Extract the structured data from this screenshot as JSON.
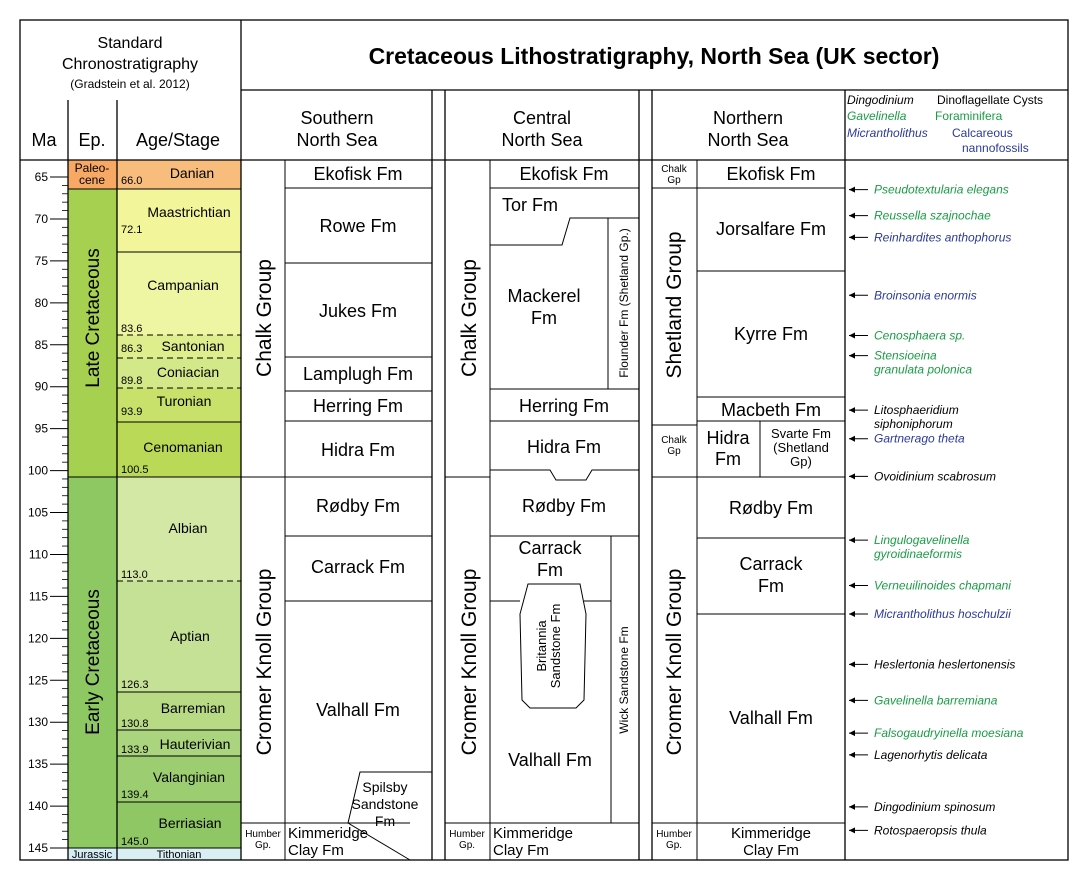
{
  "header": {
    "std_title": "Standard",
    "std_title2": "Chronostratigraphy",
    "std_ref": "(Gradstein et al. 2012)",
    "main_title": "Cretaceous Lithostratigraphy, North Sea (UK sector)"
  },
  "columns": {
    "ma": "Ma",
    "ep": "Ep.",
    "age": "Age/Stage",
    "southern_1": "Southern",
    "southern_2": "North Sea",
    "central_1": "Central",
    "central_2": "North Sea",
    "northern_1": "Northern",
    "northern_2": "North Sea"
  },
  "legend": {
    "dino_genus": "Dingodinium",
    "dino_label": "Dinoflagellate Cysts",
    "foram_genus": "Gavelinella",
    "foram_label": "Foraminifera",
    "nanno_genus": "Micrantholithus",
    "nanno_label": "Calcareous",
    "nanno_label2": "nannofossils"
  },
  "colors": {
    "dino": "#000000",
    "foram": "#1a9c45",
    "nanno": "#2b3a9a",
    "paleocene": "#f7a865",
    "danian": "#f8bd7d",
    "late_cret": "#a6d04f",
    "early_cret": "#8dc863",
    "jurassic": "#d4ecf4",
    "tithonian": "#d9eff4"
  },
  "ma_ticks": [
    "65",
    "70",
    "75",
    "80",
    "85",
    "90",
    "95",
    "100",
    "105",
    "110",
    "115",
    "120",
    "125",
    "130",
    "135",
    "140",
    "145"
  ],
  "epochs": {
    "paleocene": "Paleo-\ncene",
    "late": "Late Cretaceous",
    "early": "Early Cretaceous",
    "jurassic": "Jurassic"
  },
  "stages": [
    {
      "name": "Danian",
      "base_age": "66.0"
    },
    {
      "name": "Maastrichtian",
      "base_age": "72.1"
    },
    {
      "name": "Campanian",
      "base_age": "83.6"
    },
    {
      "name": "Santonian",
      "base_age": "86.3"
    },
    {
      "name": "Coniacian",
      "base_age": "89.8"
    },
    {
      "name": "Turonian",
      "base_age": "93.9"
    },
    {
      "name": "Cenomanian",
      "base_age": "100.5"
    },
    {
      "name": "Albian",
      "base_age": "113.0"
    },
    {
      "name": "Aptian",
      "base_age": "126.3"
    },
    {
      "name": "Barremian",
      "base_age": "130.8"
    },
    {
      "name": "Hauterivian",
      "base_age": "133.9"
    },
    {
      "name": "Valanginian",
      "base_age": "139.4"
    },
    {
      "name": "Berriasian",
      "base_age": "145.0"
    },
    {
      "name": "Tithonian",
      "base_age": ""
    }
  ],
  "southern": {
    "chalk_group": "Chalk Group",
    "cromer_group": "Cromer Knoll Group",
    "ekofisk": "Ekofisk Fm",
    "rowe": "Rowe Fm",
    "jukes": "Jukes Fm",
    "lamplugh": "Lamplugh Fm",
    "herring": "Herring Fm",
    "hidra": "Hidra Fm",
    "rodby": "Rødby Fm",
    "carrack": "Carrack Fm",
    "valhall": "Valhall Fm",
    "spilsby": "Spilsby\nSandstone\nFm",
    "humber": "Humber\nGp.",
    "kimmeridge": "Kimmeridge\nClay Fm"
  },
  "central": {
    "chalk_group": "Chalk Group",
    "cromer_group": "Cromer Knoll Group",
    "ekofisk": "Ekofisk Fm",
    "tor": "Tor Fm",
    "mackerel": "Mackerel\nFm",
    "flounder": "Flounder Fm (Shetland Gp.)",
    "herring": "Herring Fm",
    "hidra": "Hidra Fm",
    "rodby": "Rødby Fm",
    "carrack": "Carrack\nFm",
    "britannia": "Britannia\nSandstone Fm",
    "wick": "Wick Sandstone Fm",
    "valhall": "Valhall Fm",
    "humber": "Humber\nGp.",
    "kimmeridge": "Kimmeridge\nClay Fm"
  },
  "northern": {
    "chalk_gp_top": "Chalk\nGp",
    "ekofisk": "Ekofisk Fm",
    "shetland_group": "Shetland Group",
    "jorsalfare": "Jorsalfare Fm",
    "kyrre": "Kyrre Fm",
    "macbeth": "Macbeth Fm",
    "chalk_gp_low": "Chalk\nGp",
    "hidra": "Hidra\nFm",
    "svarte": "Svarte Fm\n(Shetland\nGp)",
    "cromer_group": "Cromer Knoll Group",
    "rodby": "Rødby Fm",
    "carrack": "Carrack\nFm",
    "valhall": "Valhall Fm",
    "humber": "Humber\nGp.",
    "kimmeridge": "Kimmeridge\nClay Fm"
  },
  "biostrat_events": [
    {
      "age": 66.5,
      "lines": [
        "Pseudotextularia elegans"
      ],
      "group": "foram"
    },
    {
      "age": 69.6,
      "lines": [
        "Reussella szajnochae"
      ],
      "group": "foram"
    },
    {
      "age": 72.2,
      "lines": [
        "Reinhardites anthophorus"
      ],
      "group": "nanno"
    },
    {
      "age": 79.1,
      "lines": [
        "Broinsonia enormis"
      ],
      "group": "nanno"
    },
    {
      "age": 83.9,
      "lines": [
        "Cenosphaera sp."
      ],
      "group": "foram"
    },
    {
      "age": 86.3,
      "lines": [
        "Stensioeina",
        "granulata polonica"
      ],
      "group": "foram"
    },
    {
      "age": 92.8,
      "lines": [
        "Litosphaeridium",
        "siphoniphorum"
      ],
      "group": "dino"
    },
    {
      "age": 96.2,
      "lines": [
        "Gartnerago theta"
      ],
      "group": "nanno"
    },
    {
      "age": 100.7,
      "lines": [
        "Ovoidinium scabrosum"
      ],
      "group": "dino"
    },
    {
      "age": 108.3,
      "lines": [
        "Lingulogavelinella",
        "gyroidinaeformis"
      ],
      "group": "foram"
    },
    {
      "age": 113.7,
      "lines": [
        "Verneuilinoides chapmani"
      ],
      "group": "foram"
    },
    {
      "age": 117.1,
      "lines": [
        "Micrantholithus hoschulzii"
      ],
      "group": "nanno"
    },
    {
      "age": 123.1,
      "lines": [
        "Heslertonia heslertonensis"
      ],
      "group": "dino"
    },
    {
      "age": 127.4,
      "lines": [
        "Gavelinella barremiana"
      ],
      "group": "foram"
    },
    {
      "age": 131.3,
      "lines": [
        "Falsogaudryinella moesiana"
      ],
      "group": "foram"
    },
    {
      "age": 133.9,
      "lines": [
        "Lagenorhytis delicata"
      ],
      "group": "dino"
    },
    {
      "age": 140.1,
      "lines": [
        "Dingodinium spinosum"
      ],
      "group": "dino"
    },
    {
      "age": 142.9,
      "lines": [
        "Rotospaeropsis thula"
      ],
      "group": "dino"
    }
  ]
}
